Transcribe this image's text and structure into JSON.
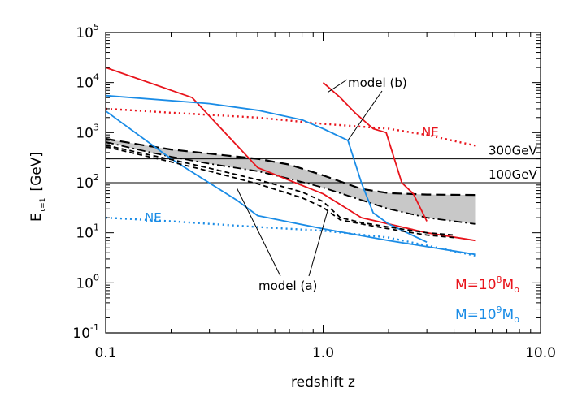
{
  "chart_data": {
    "type": "line",
    "title": "",
    "xlabel": "redshift z",
    "ylabel_main": "E",
    "ylabel_sub": "τ=1",
    "ylabel_unit": "[GeV]",
    "xscale": "log",
    "yscale": "log",
    "xlim": [
      0.1,
      10.0
    ],
    "ylim": [
      0.1,
      100000
    ],
    "grid": false,
    "x_tick_labels": [
      "0.1",
      "1.0",
      "10.0"
    ],
    "y_tick_labels": [
      {
        "base": "10",
        "exp": "-1"
      },
      {
        "base": "10",
        "exp": "0"
      },
      {
        "base": "10",
        "exp": "1"
      },
      {
        "base": "10",
        "exp": "2"
      },
      {
        "base": "10",
        "exp": "3"
      },
      {
        "base": "10",
        "exp": "4"
      },
      {
        "base": "10",
        "exp": "5"
      }
    ],
    "colors": {
      "red": "#e8141c",
      "blue": "#1a8ce6",
      "black": "#000000",
      "band": "#c8c8c8"
    },
    "reference_lines": [
      {
        "label": "300GeV",
        "y": 300
      },
      {
        "label": "100GeV",
        "y": 100
      }
    ],
    "band": {
      "x": [
        0.1,
        0.15,
        0.2,
        0.3,
        0.5,
        0.7,
        1.0,
        1.5,
        2.0,
        3.0,
        5.0
      ],
      "upper": [
        750,
        560,
        460,
        380,
        300,
        230,
        140,
        75,
        62,
        58,
        57
      ],
      "lower": [
        650,
        430,
        330,
        240,
        170,
        120,
        80,
        45,
        30,
        20,
        15
      ]
    },
    "series": [
      {
        "color": "red",
        "style": "solid",
        "points": [
          [
            0.1,
            20000
          ],
          [
            0.25,
            5000
          ],
          [
            0.5,
            200
          ],
          [
            1.0,
            60
          ],
          [
            1.5,
            20
          ],
          [
            3.0,
            10
          ],
          [
            5.0,
            7
          ]
        ]
      },
      {
        "color": "red",
        "style": "solid",
        "points": [
          [
            1.0,
            10000
          ],
          [
            1.2,
            5000
          ],
          [
            1.4,
            2500
          ],
          [
            1.7,
            1200
          ],
          [
            1.95,
            1000
          ],
          [
            2.3,
            100
          ],
          [
            2.6,
            60
          ],
          [
            3.0,
            17
          ]
        ]
      },
      {
        "color": "red",
        "style": "dotted",
        "points": [
          [
            0.1,
            3000
          ],
          [
            0.2,
            2500
          ],
          [
            0.5,
            2000
          ],
          [
            1.0,
            1500
          ],
          [
            2.0,
            1200
          ],
          [
            3.0,
            900
          ],
          [
            5.0,
            550
          ]
        ]
      },
      {
        "color": "blue",
        "style": "solid",
        "points": [
          [
            0.1,
            5500
          ],
          [
            0.3,
            3800
          ],
          [
            0.5,
            2800
          ],
          [
            0.8,
            1800
          ],
          [
            1.0,
            1200
          ],
          [
            1.3,
            700
          ],
          [
            1.5,
            100
          ],
          [
            1.7,
            25
          ],
          [
            2.0,
            15
          ],
          [
            3.0,
            6.5
          ]
        ]
      },
      {
        "color": "blue",
        "style": "solid",
        "points": [
          [
            0.1,
            2700
          ],
          [
            0.2,
            300
          ],
          [
            0.4,
            45
          ],
          [
            0.5,
            22
          ],
          [
            1.0,
            12
          ],
          [
            2.0,
            7
          ],
          [
            5.0,
            3.7
          ]
        ]
      },
      {
        "color": "blue",
        "style": "dotted",
        "points": [
          [
            0.1,
            20
          ],
          [
            0.2,
            17
          ],
          [
            0.5,
            13
          ],
          [
            1.0,
            11
          ],
          [
            2.0,
            8
          ],
          [
            5.0,
            3.5
          ]
        ]
      },
      {
        "color": "black",
        "style": "shortdash",
        "points": [
          [
            0.1,
            520
          ],
          [
            0.2,
            260
          ],
          [
            0.3,
            170
          ],
          [
            0.5,
            95
          ],
          [
            0.8,
            50
          ],
          [
            1.0,
            32
          ],
          [
            1.2,
            18
          ],
          [
            1.5,
            15
          ],
          [
            2.0,
            12
          ],
          [
            3.0,
            9
          ],
          [
            4.0,
            8
          ]
        ]
      },
      {
        "color": "black",
        "style": "shortdash",
        "points": [
          [
            0.1,
            560
          ],
          [
            0.2,
            290
          ],
          [
            0.3,
            195
          ],
          [
            0.5,
            115
          ],
          [
            0.8,
            65
          ],
          [
            1.0,
            42
          ],
          [
            1.2,
            20
          ],
          [
            1.5,
            16
          ],
          [
            2.0,
            13
          ],
          [
            3.0,
            10
          ],
          [
            4.0,
            9
          ]
        ]
      }
    ],
    "annotations": {
      "model_a": {
        "text": "model (a)",
        "tip_a": [
          0.4,
          80
        ],
        "tip_b": [
          1.05,
          28
        ]
      },
      "model_b": {
        "text": "model (b)",
        "tip_a": [
          1.3,
          700
        ],
        "tip_b": [
          0.98,
          10000
        ]
      },
      "ne_red": {
        "text": "NE"
      },
      "ne_blue": {
        "text": "NE"
      }
    },
    "mass_labels": [
      {
        "color": "red",
        "prefix": "M=10",
        "exp": "8",
        "unit": "M",
        "sub": "o"
      },
      {
        "color": "blue",
        "prefix": "M=10",
        "exp": "9",
        "unit": "M",
        "sub": "o"
      }
    ]
  }
}
